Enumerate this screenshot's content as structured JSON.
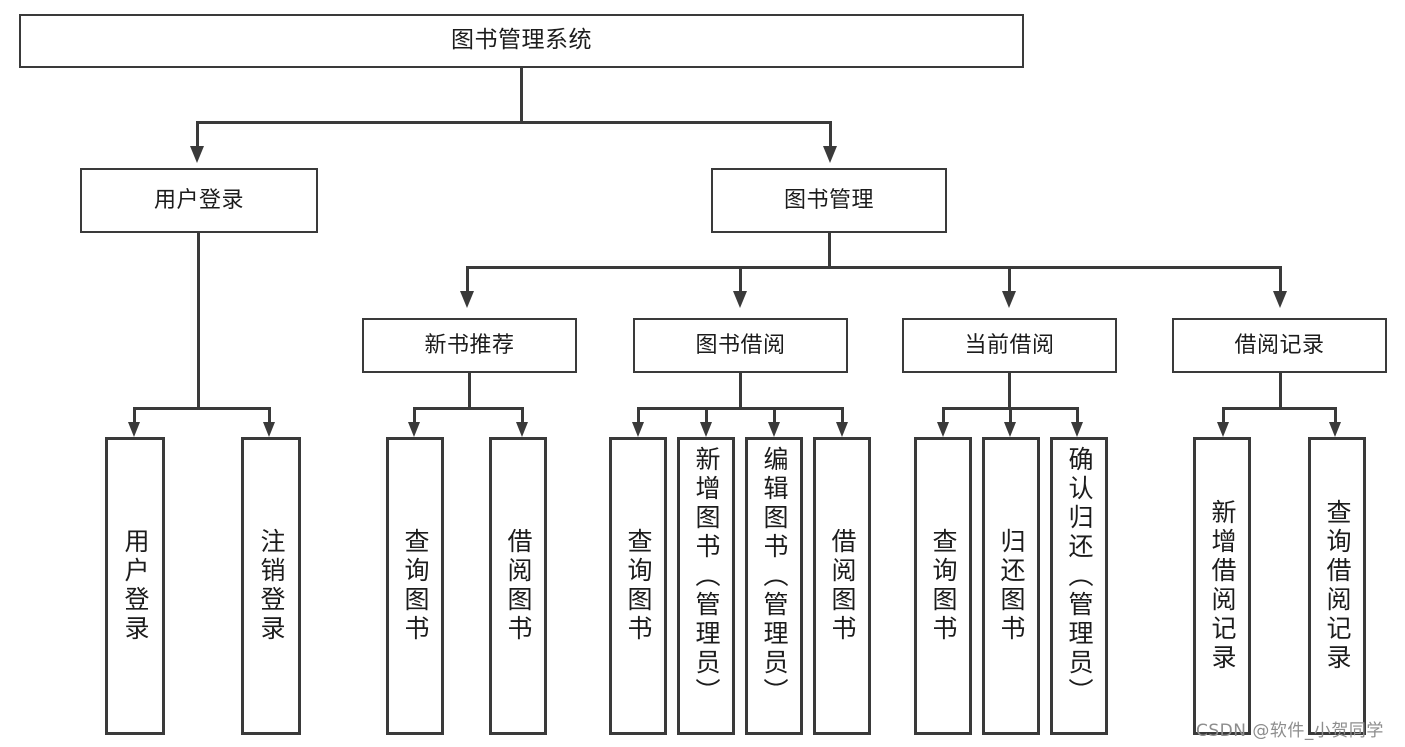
{
  "diagram": {
    "title": "图书管理系统",
    "type": "hierarchy-tree",
    "watermark": "CSDN @软件_小贺同学",
    "colors": {
      "stroke": "#3a3a3a",
      "fill": "#ffffff",
      "text": "#1c1c1c",
      "watermark": "#8d8d8d"
    },
    "levels": {
      "root": {
        "label": "图书管理系统"
      },
      "level2": [
        {
          "label": "用户登录"
        },
        {
          "label": "图书管理"
        }
      ],
      "level3": [
        {
          "label": "新书推荐"
        },
        {
          "label": "图书借阅"
        },
        {
          "label": "当前借阅"
        },
        {
          "label": "借阅记录"
        }
      ],
      "leaves": {
        "user_login": [
          {
            "label": "用户登录"
          },
          {
            "label": "注销登录"
          }
        ],
        "new_book_recommend": [
          {
            "label": "查询图书"
          },
          {
            "label": "借阅图书"
          }
        ],
        "book_borrow": [
          {
            "label": "查询图书"
          },
          {
            "label": "新增图书（管理员）"
          },
          {
            "label": "编辑图书（管理员）"
          },
          {
            "label": "借阅图书"
          }
        ],
        "current_borrow": [
          {
            "label": "查询图书"
          },
          {
            "label": "归还图书"
          },
          {
            "label": "确认归还（管理员）"
          }
        ],
        "borrow_record": [
          {
            "label": "新增借阅记录"
          },
          {
            "label": "查询借阅记录"
          }
        ]
      }
    }
  }
}
